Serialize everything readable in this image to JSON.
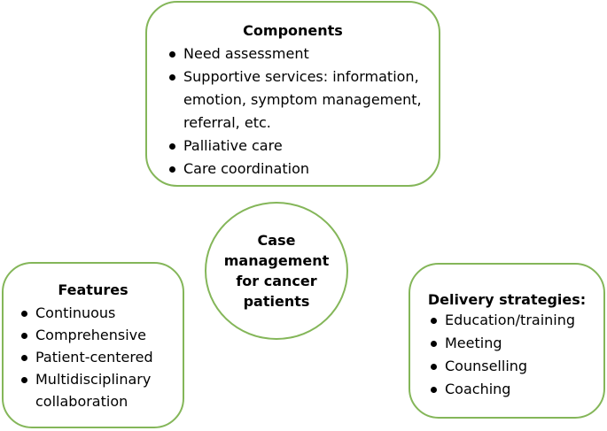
{
  "components": {
    "title": "Components",
    "items": [
      "Need assessment",
      "Supportive services: information, emotion, symptom management, referral, etc.",
      "Palliative care",
      "Care coordination"
    ]
  },
  "center": {
    "title": "Case management for cancer patients"
  },
  "features": {
    "title": "Features",
    "items": [
      "Continuous",
      "Comprehensive",
      "Patient-centered",
      "Multidisciplinary collaboration"
    ]
  },
  "delivery": {
    "title": "Delivery strategies:",
    "items": [
      "Education/training",
      "Meeting",
      "Counselling",
      "Coaching"
    ]
  },
  "colors": {
    "border": "#84b659",
    "text": "#000000",
    "background": "#ffffff"
  }
}
